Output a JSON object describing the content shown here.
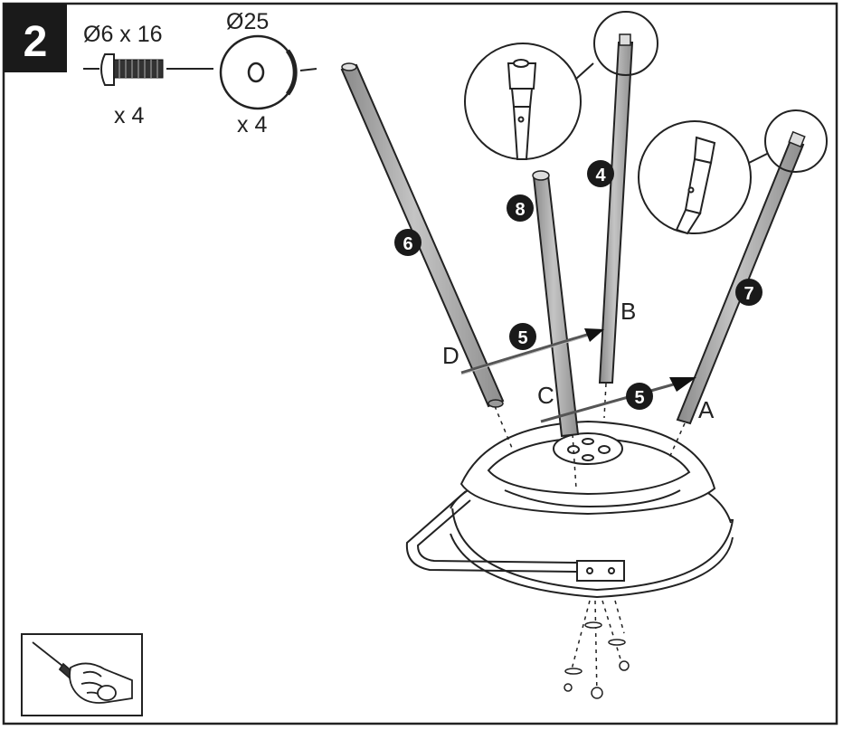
{
  "step": {
    "number": "2"
  },
  "hardware": {
    "bolt": {
      "size": "Ø6 x 16",
      "qty": "x 4"
    },
    "washer": {
      "size": "Ø25",
      "qty": "x 4"
    }
  },
  "parts": {
    "leg_6": "6",
    "leg_8": "8",
    "leg_4": "4",
    "leg_7": "7",
    "crossbar_left": "5",
    "crossbar_right": "5"
  },
  "points": {
    "a": "A",
    "b": "B",
    "c": "C",
    "d": "D"
  },
  "colors": {
    "ink": "#222222",
    "tube_fill": "#a8a8a8",
    "badge": "#1a1a1a",
    "paper": "#ffffff"
  },
  "icons": {
    "tool": "screwdriver-hand-icon"
  }
}
